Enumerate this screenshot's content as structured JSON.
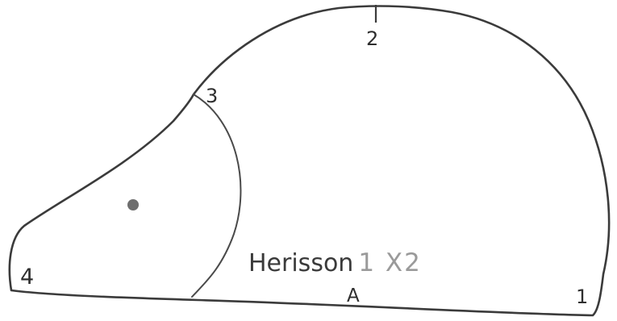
{
  "pattern": {
    "colors": {
      "outline": "#3b3b3b",
      "seam": "#4a4a4a",
      "eye": "#6e6e6e",
      "background": "#ffffff"
    },
    "labels": {
      "corner_1": "1",
      "corner_2": "2",
      "corner_3": "3",
      "corner_4": "4",
      "bottom_mark": "A"
    },
    "title": {
      "name": "Herisson",
      "quantity": "1 X2"
    }
  }
}
